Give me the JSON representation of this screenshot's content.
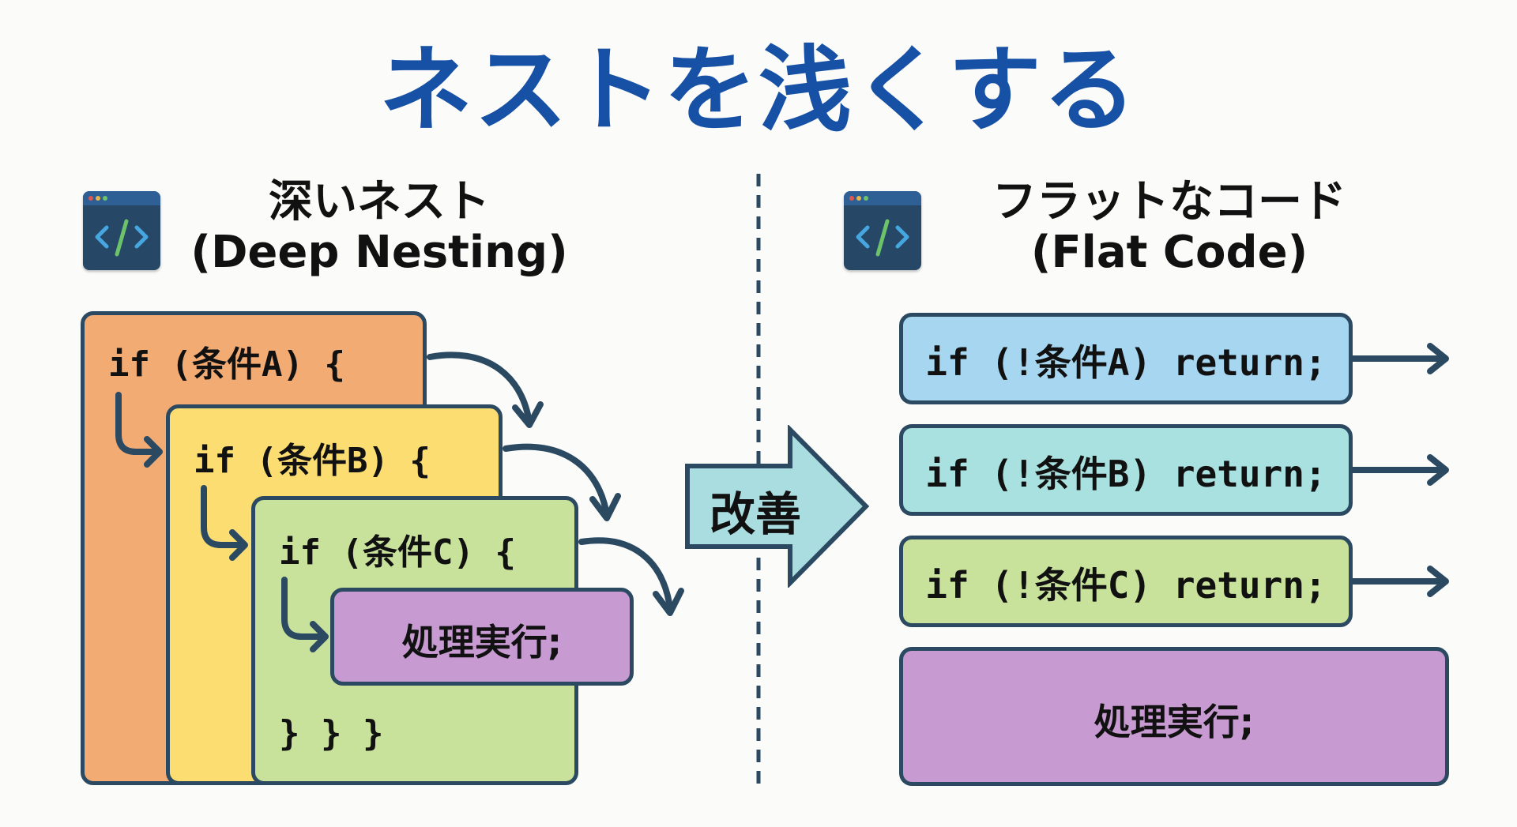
{
  "title": "ネストを浅くする",
  "left": {
    "heading_jp": "深いネスト",
    "heading_en": "(Deep Nesting)",
    "icon": "code-window-icon",
    "blocks": [
      {
        "code": "if (条件A) {",
        "color": "#f3ab74"
      },
      {
        "code": "if (条件B) {",
        "color": "#fbdd72"
      },
      {
        "code": "if (条件C) {",
        "color": "#c8e29c"
      }
    ],
    "action": {
      "label": "処理実行;",
      "color": "#c79ad2"
    },
    "closing": "} } }"
  },
  "middle": {
    "arrow_label": "改善",
    "arrow_color": "#a9dde0"
  },
  "right": {
    "heading_jp": "フラットなコード",
    "heading_en": "(Flat Code)",
    "icon": "code-window-icon",
    "guards": [
      {
        "code": "if (!条件A) return;",
        "color": "#a6d6f0"
      },
      {
        "code": "if (!条件B) return;",
        "color": "#a9e0e0"
      },
      {
        "code": "if (!条件C) return;",
        "color": "#c8e29c"
      }
    ],
    "action": {
      "label": "処理実行;",
      "color": "#c79ad2"
    }
  },
  "colors": {
    "title": "#1751a5",
    "outline": "#2b4a62"
  }
}
